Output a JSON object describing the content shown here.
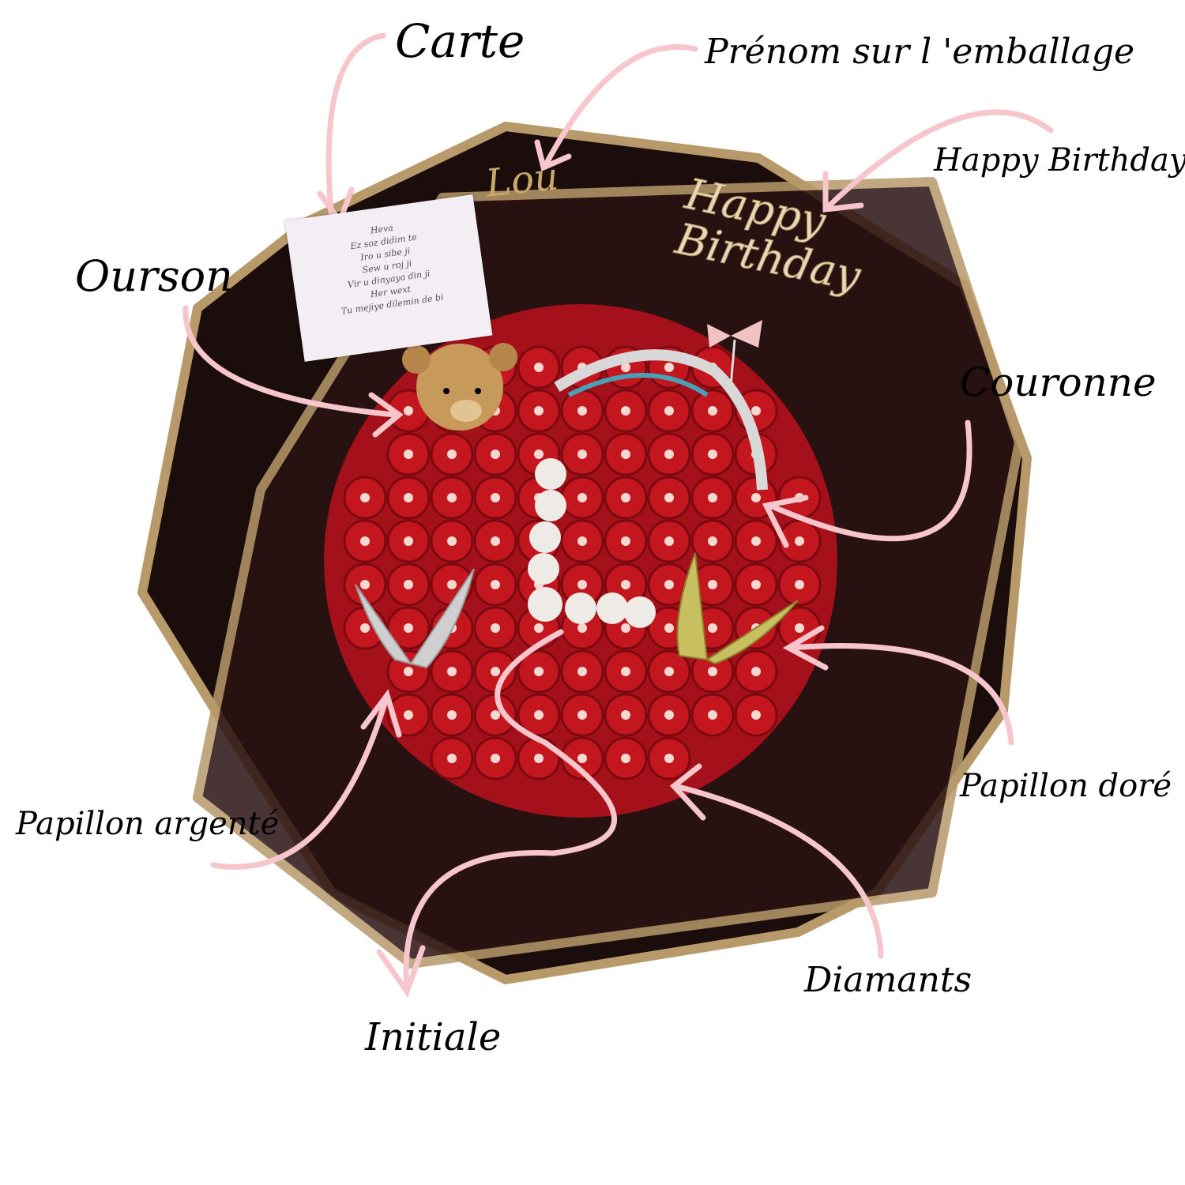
{
  "labels": {
    "carte": "Carte",
    "prenom": "Prénom sur l 'emballage",
    "happy_birthday": "Happy Birthday",
    "ourson": "Ourson",
    "couronne": "Couronne",
    "papillon_dore": "Papillon doré",
    "papillon_argente": "Papillon argenté",
    "diamants": "Diamants",
    "initiale": "Initiale"
  },
  "bouquet": {
    "wrapping_name": "Lou",
    "topper_line1": "Happy",
    "topper_line2": "Birthday",
    "initial": "L",
    "card_lines": [
      "Heva",
      "Ez soz didim te",
      "Iro u sibe ji",
      "Sew u roj ji",
      "Vir u dinyaya din ji",
      "Her wext",
      "Tu mejiye dilemin de bi"
    ]
  },
  "colors": {
    "arrow": "#f7c6cc",
    "wrap": "#1a0c0c",
    "gold": "#b89a6a",
    "rose": "#b3121a"
  }
}
